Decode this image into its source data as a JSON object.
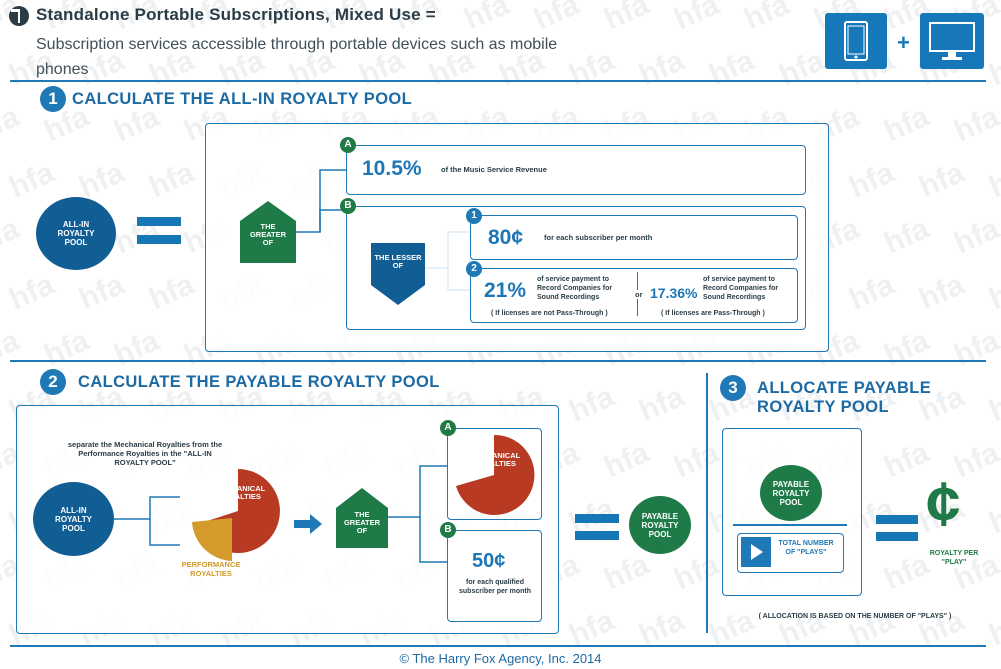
{
  "header": {
    "title": "Standalone Portable Subscriptions, Mixed Use =",
    "subtitle": "Subscription services accessible through portable devices such as mobile phones"
  },
  "watermark": "hfa",
  "step1": {
    "number": "1",
    "title": "CALCULATE THE ALL-IN ROYALTY POOL",
    "pool_label": "ALL-IN ROYALTY POOL",
    "greater_of": "THE GREATER OF",
    "option_a": {
      "letter": "A",
      "value": "10.5%",
      "desc": "of the Music Service Revenue"
    },
    "option_b": {
      "letter": "B",
      "lesser_of": "THE LESSER OF",
      "item1": {
        "number": "1",
        "value": "80¢",
        "desc": "for each subscriber per month"
      },
      "item2": {
        "number": "2",
        "value_left": "21%",
        "desc_left": "of service payment to Record Companies for Sound Recordings",
        "note_left": "( If licenses are not Pass-Through )",
        "or": "or",
        "value_right": "17.36%",
        "desc_right": "of service payment to Record Companies for Sound Recordings",
        "note_right": "( If licenses are Pass-Through )"
      }
    }
  },
  "step2": {
    "number": "2",
    "title": "CALCULATE THE PAYABLE ROYALTY POOL",
    "separate_text": "separate the Mechanical Royalties from the Performance Royalties in the \"ALL-IN ROYALTY POOL\"",
    "pool_label": "ALL-IN ROYALTY POOL",
    "mechanical": "MECHANICAL ROYALTIES",
    "performance": "PERFORMANCE ROYALTIES",
    "greater_of": "THE GREATER OF",
    "option_a": {
      "letter": "A",
      "label": "MECHANICAL ROYALTIES"
    },
    "option_b": {
      "letter": "B",
      "value": "50¢",
      "desc": "for each qualified subscriber per month"
    },
    "result": "PAYABLE ROYALTY POOL"
  },
  "step3": {
    "number": "3",
    "title": "ALLOCATE PAYABLE ROYALTY POOL",
    "pool_label": "PAYABLE ROYALTY POOL",
    "plays_label": "TOTAL NUMBER OF \"PLAYS\"",
    "result_symbol": "¢",
    "result_label": "ROYALTY PER \"PLAY\"",
    "note": "( ALLOCATION IS BASED ON THE NUMBER OF \"PLAYS\" )"
  },
  "footer": "© The Harry Fox Agency, Inc. 2014",
  "colors": {
    "blue": "#1e79b6",
    "dark_blue": "#115e95",
    "green": "#1e7a47",
    "red": "#b83a22",
    "gold": "#d49a2a"
  }
}
